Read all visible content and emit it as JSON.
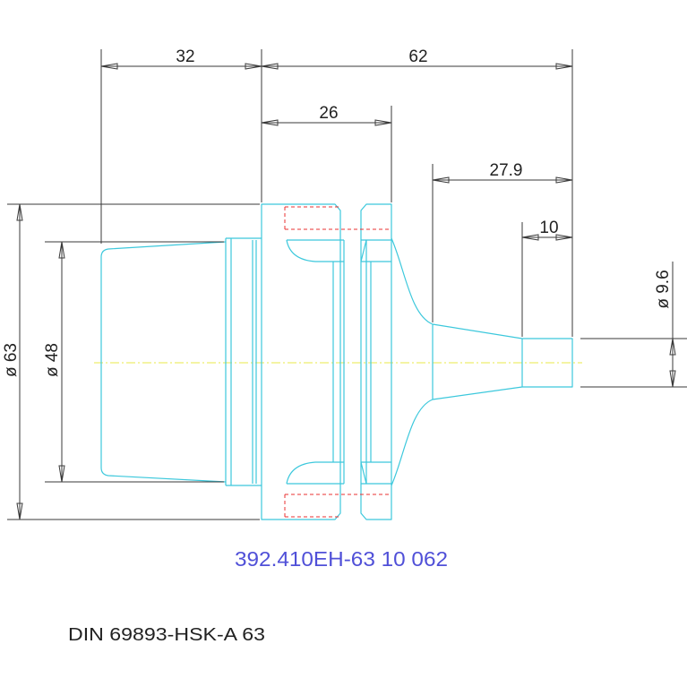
{
  "drawing": {
    "dimensions": {
      "length_32": "32",
      "length_62": "62",
      "length_26": "26",
      "length_27_9": "27.9",
      "length_10": "10",
      "diameter_63": "ø 63",
      "diameter_48": "ø 48",
      "diameter_9_6": "ø 9.6"
    },
    "part_number": "392.410EH-63 10 062",
    "standard": "DIN 69893-HSK-A 63"
  },
  "colors": {
    "outline": "#3cc8dc",
    "dimension": "#3a3a3a",
    "hidden": "#e83030",
    "center": "#e8e84a",
    "text": "#222222",
    "part_number": "#5050d8"
  }
}
